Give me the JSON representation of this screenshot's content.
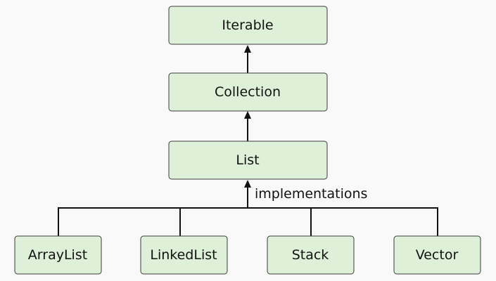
{
  "nodes": {
    "iterable": "Iterable",
    "collection": "Collection",
    "list": "List",
    "arraylist": "ArrayList",
    "linkedlist": "LinkedList",
    "stack": "Stack",
    "vector": "Vector"
  },
  "edge_label": "implementations",
  "colors": {
    "node_fill": "#dff0d8",
    "node_border": "#3a3a3a",
    "line": "#111111",
    "background": "#f9f9f9"
  }
}
